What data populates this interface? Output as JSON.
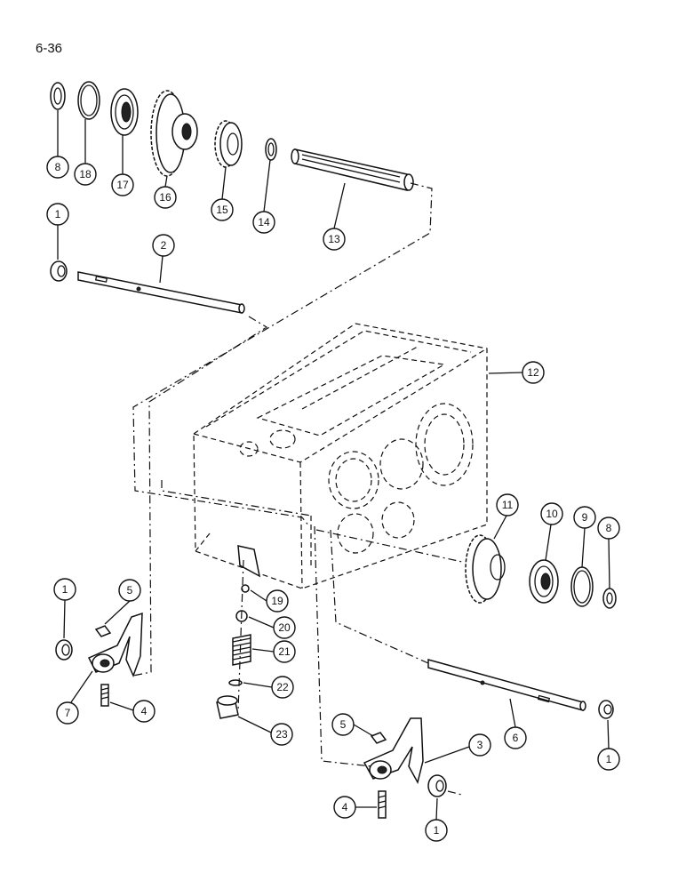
{
  "page_number": "6-36",
  "callouts": [
    {
      "id": "c8a",
      "label": "8"
    },
    {
      "id": "c18",
      "label": "18"
    },
    {
      "id": "c17",
      "label": "17"
    },
    {
      "id": "c16",
      "label": "16"
    },
    {
      "id": "c15",
      "label": "15"
    },
    {
      "id": "c14",
      "label": "14"
    },
    {
      "id": "c13",
      "label": "13"
    },
    {
      "id": "c1a",
      "label": "1"
    },
    {
      "id": "c2",
      "label": "2"
    },
    {
      "id": "c12",
      "label": "12"
    },
    {
      "id": "c11",
      "label": "11"
    },
    {
      "id": "c10",
      "label": "10"
    },
    {
      "id": "c9",
      "label": "9"
    },
    {
      "id": "c8b",
      "label": "8"
    },
    {
      "id": "c1b",
      "label": "1"
    },
    {
      "id": "c5a",
      "label": "5"
    },
    {
      "id": "c19",
      "label": "19"
    },
    {
      "id": "c20",
      "label": "20"
    },
    {
      "id": "c21",
      "label": "21"
    },
    {
      "id": "c22",
      "label": "22"
    },
    {
      "id": "c7",
      "label": "7"
    },
    {
      "id": "c4a",
      "label": "4"
    },
    {
      "id": "c23",
      "label": "23"
    },
    {
      "id": "c5b",
      "label": "5"
    },
    {
      "id": "c3",
      "label": "3"
    },
    {
      "id": "c6",
      "label": "6"
    },
    {
      "id": "c1c",
      "label": "1"
    },
    {
      "id": "c4b",
      "label": "4"
    },
    {
      "id": "c1d",
      "label": "1"
    }
  ]
}
